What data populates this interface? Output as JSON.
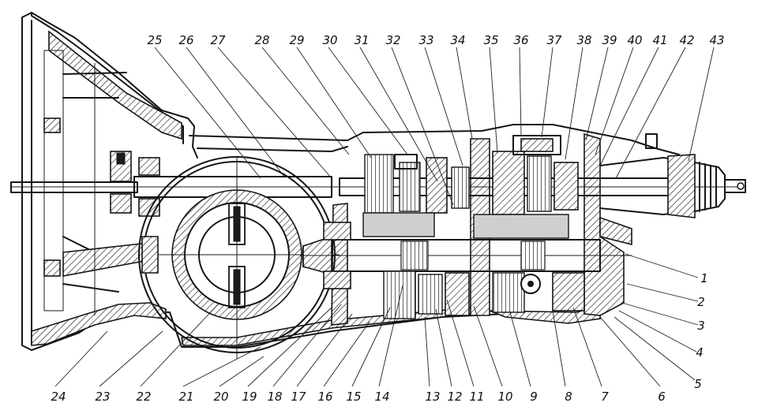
{
  "diagram": {
    "top_callouts": [
      "25",
      "26",
      "27",
      "28",
      "29",
      "30",
      "31",
      "32",
      "33",
      "34",
      "35",
      "36",
      "37",
      "38",
      "39",
      "40",
      "41",
      "42",
      "43"
    ],
    "right_callouts": [
      "1",
      "2",
      "3",
      "4",
      "5"
    ],
    "bottom_callouts": [
      "24",
      "23",
      "22",
      "21",
      "20",
      "19",
      "18",
      "17",
      "16",
      "15",
      "14",
      "13",
      "12",
      "11",
      "10",
      "9",
      "8",
      "7",
      "6"
    ]
  }
}
